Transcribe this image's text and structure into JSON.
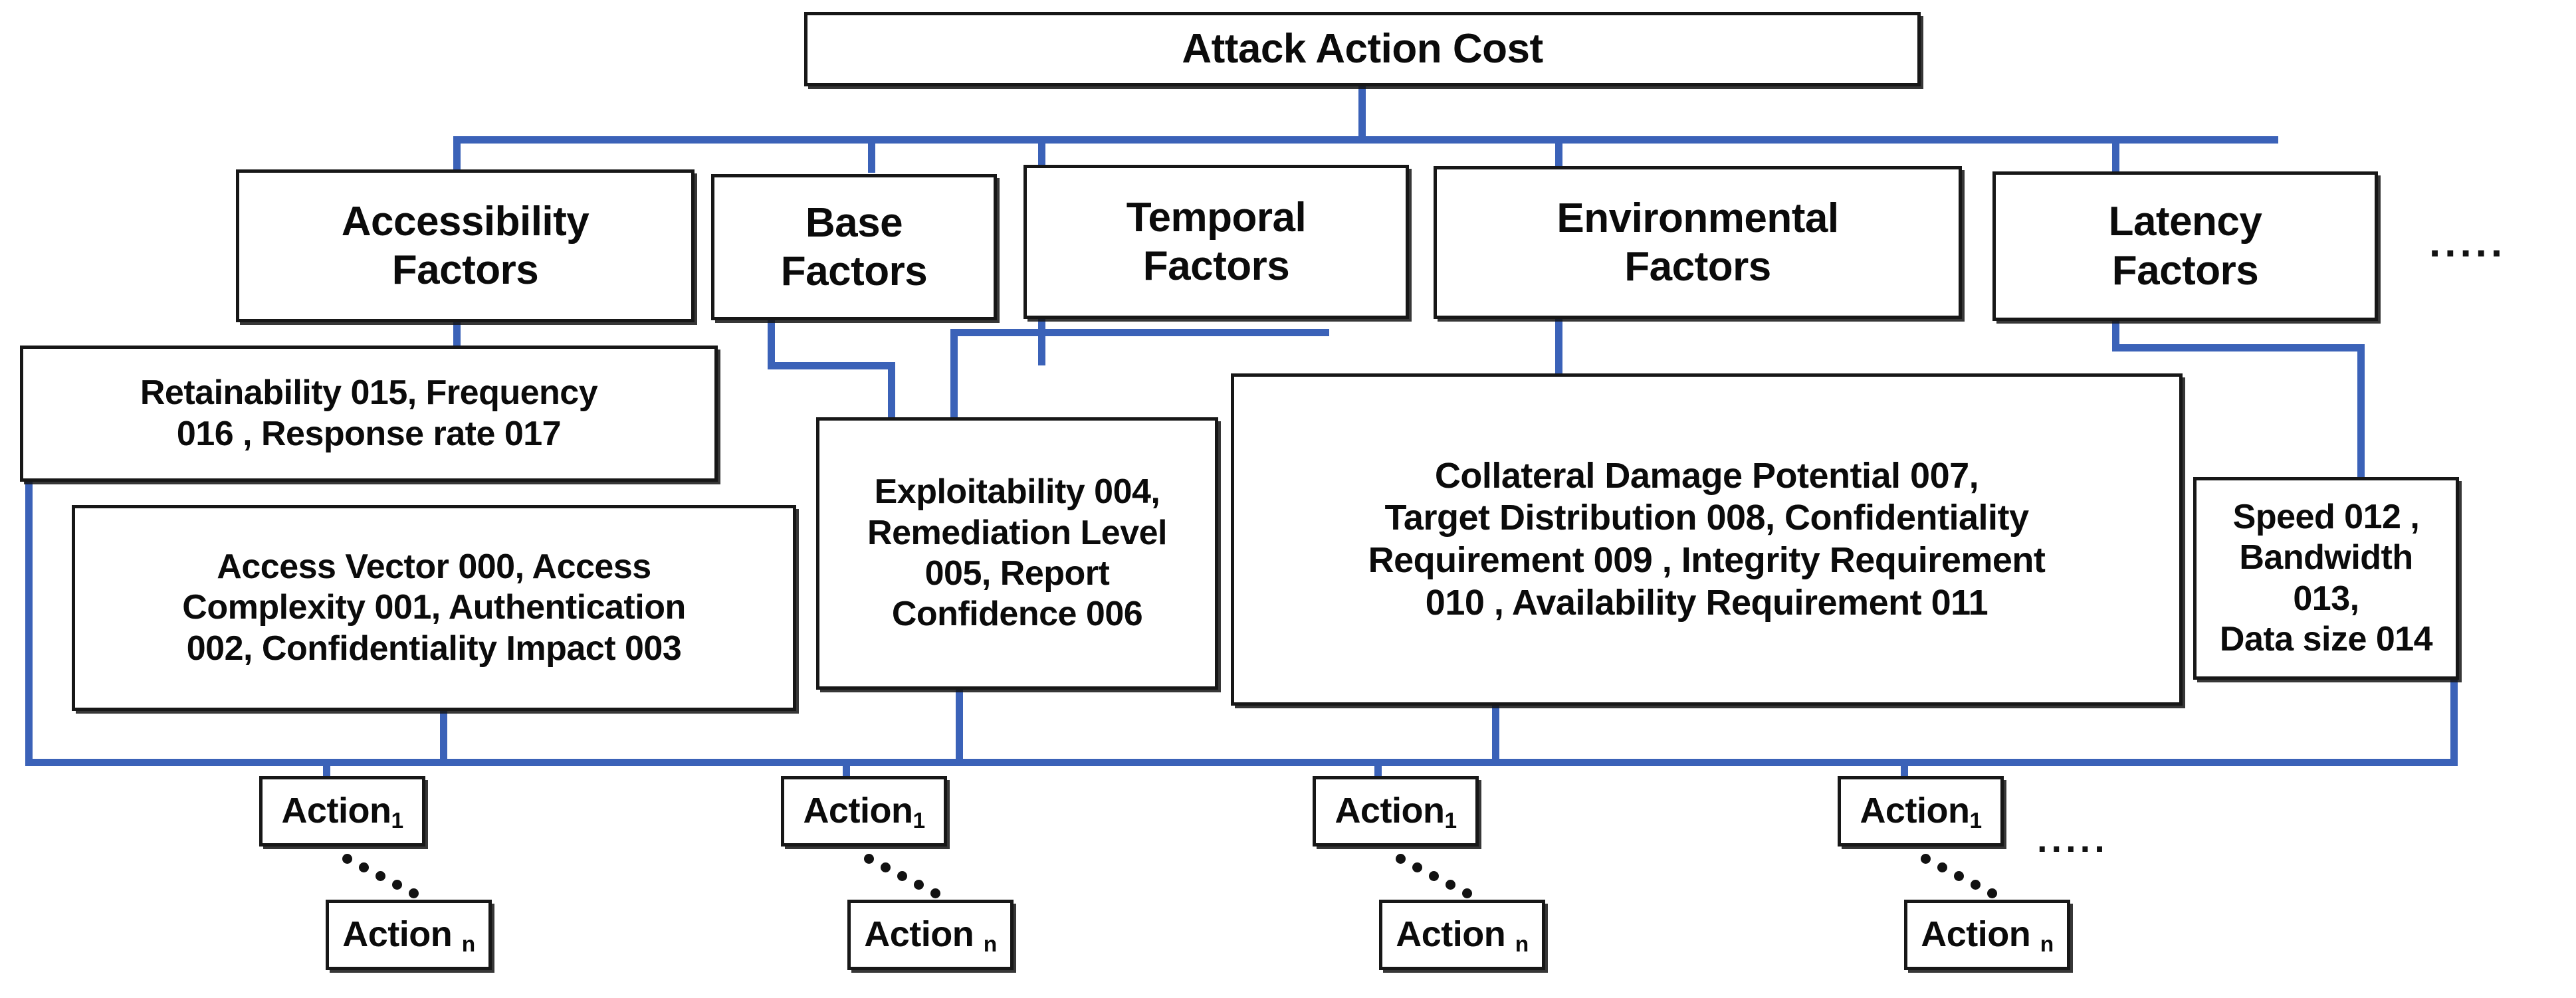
{
  "diagram": {
    "title": "Attack Action Cost",
    "accent_color": "#3b62b8",
    "box_border_color": "#171717",
    "background": "#ffffff",
    "root": {
      "label": "Attack Action Cost"
    },
    "categories": [
      {
        "id": "accessibility",
        "label": "Accessibility\nFactors",
        "line1": "Accessibility",
        "line2": "Factors"
      },
      {
        "id": "base",
        "label": "Base\nFactors",
        "line1": "Base",
        "line2": "Factors"
      },
      {
        "id": "temporal",
        "label": "Temporal\nFactors",
        "line1": "Temporal",
        "line2": "Factors"
      },
      {
        "id": "environmental",
        "label": "Environmental\nFactors",
        "line1": "Environmental",
        "line2": "Factors"
      },
      {
        "id": "latency",
        "label": "Latency\nFactors",
        "line1": "Latency",
        "line2": "Factors"
      }
    ],
    "category_overflow_ellipsis": ".....",
    "details": [
      {
        "id": "accessibility-details",
        "parent": "accessibility",
        "text": "Retainability 015, Frequency 016 , Response rate 017",
        "items": [
          {
            "name": "Retainability",
            "code": "015"
          },
          {
            "name": "Frequency",
            "code": "016"
          },
          {
            "name": "Response rate",
            "code": "017"
          }
        ]
      },
      {
        "id": "base-details",
        "parent": "base",
        "text": "Access Vector 000, Access Complexity 001, Authentication 002, Confidentiality Impact 003",
        "items": [
          {
            "name": "Access Vector",
            "code": "000"
          },
          {
            "name": "Access Complexity",
            "code": "001"
          },
          {
            "name": "Authentication",
            "code": "002"
          },
          {
            "name": "Confidentiality Impact",
            "code": "003"
          }
        ]
      },
      {
        "id": "temporal-details",
        "parent": "temporal",
        "text": "Exploitability 004, Remediation Level 005, Report Confidence 006",
        "items": [
          {
            "name": "Exploitability",
            "code": "004"
          },
          {
            "name": "Remediation Level",
            "code": "005"
          },
          {
            "name": "Report Confidence",
            "code": "006"
          }
        ]
      },
      {
        "id": "environmental-details",
        "parent": "environmental",
        "text": "Collateral Damage Potential 007, Target Distribution 008, Confidentiality Requirement 009 ,  Integrity Requirement 010 , Availability Requirement 011",
        "items": [
          {
            "name": "Collateral Damage Potential",
            "code": "007"
          },
          {
            "name": "Target Distribution",
            "code": "008"
          },
          {
            "name": "Confidentiality Requirement",
            "code": "009"
          },
          {
            "name": "Integrity Requirement",
            "code": "010"
          },
          {
            "name": "Availability Requirement",
            "code": "011"
          }
        ]
      },
      {
        "id": "latency-details",
        "parent": "latency",
        "text": "Speed 012 , Bandwidth 013, Data size 014",
        "items": [
          {
            "name": "Speed",
            "code": "012"
          },
          {
            "name": "Bandwidth",
            "code": "013"
          },
          {
            "name": "Data size",
            "code": "014"
          }
        ]
      }
    ],
    "detail_lines": {
      "accessibility": [
        "Retainability 015, Frequency",
        "016 , Response rate 017"
      ],
      "base": [
        "Access Vector 000, Access",
        "Complexity 001, Authentication",
        "002, Confidentiality Impact 003"
      ],
      "temporal": [
        "Exploitability 004,",
        "Remediation Level",
        "005, Report",
        "Confidence 006"
      ],
      "environmental": [
        "Collateral Damage Potential 007,",
        "Target  Distribution 008, Confidentiality",
        "Requirement 009 ,  Integrity Requirement",
        "010 , Availability Requirement 011"
      ],
      "latency": [
        "Speed 012 ,",
        "Bandwidth 013,",
        "Data size 014"
      ]
    },
    "action_groups": [
      {
        "id": "group-1",
        "first_label": "Action",
        "first_sub": "1",
        "last_label": "Action",
        "last_sub": "n"
      },
      {
        "id": "group-2",
        "first_label": "Action",
        "first_sub": "1",
        "last_label": "Action",
        "last_sub": "n"
      },
      {
        "id": "group-3",
        "first_label": "Action",
        "first_sub": "1",
        "last_label": "Action",
        "last_sub": "n"
      },
      {
        "id": "group-4",
        "first_label": "Action",
        "first_sub": "1",
        "last_label": "Action",
        "last_sub": "n"
      }
    ],
    "action_overflow_ellipsis": "....."
  }
}
